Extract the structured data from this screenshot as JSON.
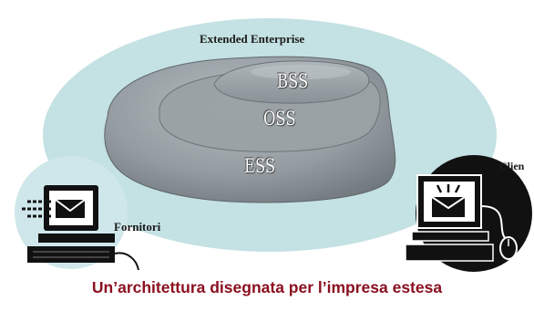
{
  "diagram": {
    "enterprise_label": "Extended Enterprise",
    "layers": {
      "bss": "BSS",
      "oss": "OSS",
      "ess": "ESS"
    },
    "supplier_label": "Fornitori",
    "customer_label": "Clien",
    "supplier_icon": "computer-mail-icon",
    "customer_icon": "computer-mail-icon"
  },
  "caption": "Un’architettura disegnata per l’impresa estesa",
  "colors": {
    "outer_ellipse": "#c4e1e3",
    "layer_gray": "#8f979c",
    "caption": "#8b1020"
  }
}
